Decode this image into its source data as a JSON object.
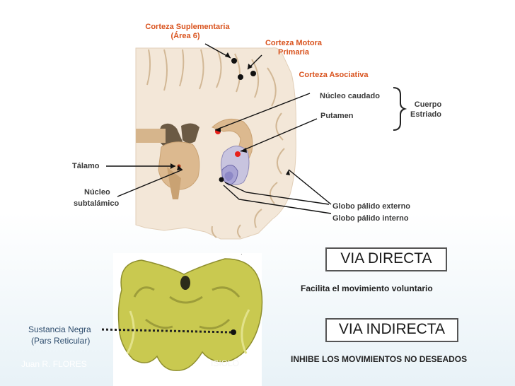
{
  "labels": {
    "corteza_suplementaria": "Corteza Suplementaria",
    "area_6": "(Área 6)",
    "corteza_motora": "Corteza Motora",
    "primaria": "Primaria",
    "corteza_asociativa": "Corteza Asociativa",
    "nucleo_caudado": "Núcleo caudado",
    "putamen": "Putamen",
    "cuerpo": "Cuerpo",
    "estriado": "Estriado",
    "talamo": "Tálamo",
    "nucleo": "Núcleo",
    "subtalamico": "subtalámico",
    "globo_externo": "Globo pálido externo",
    "globo_interno": "Globo pálido interno",
    "sustancia_negra": "Sustancia Negra",
    "pars_reticular": "(Pars Reticular)"
  },
  "via_directa": {
    "title": "VIA DIRECTA",
    "description": "Facilita el movimiento voluntario"
  },
  "via_indirecta": {
    "title": "VIA INDIRECTA",
    "description": "INHIBE LOS MOVIMIENTOS NO DESEADOS"
  },
  "footer": {
    "author": "Juan  R. FLORES",
    "partial_text": "ISIOLO"
  },
  "colors": {
    "label_orange": "#d9531e",
    "marker_red": "#e8201a",
    "brainstem_yellow": "#c8c84a",
    "brain_tissue": "#f2e6d6"
  }
}
